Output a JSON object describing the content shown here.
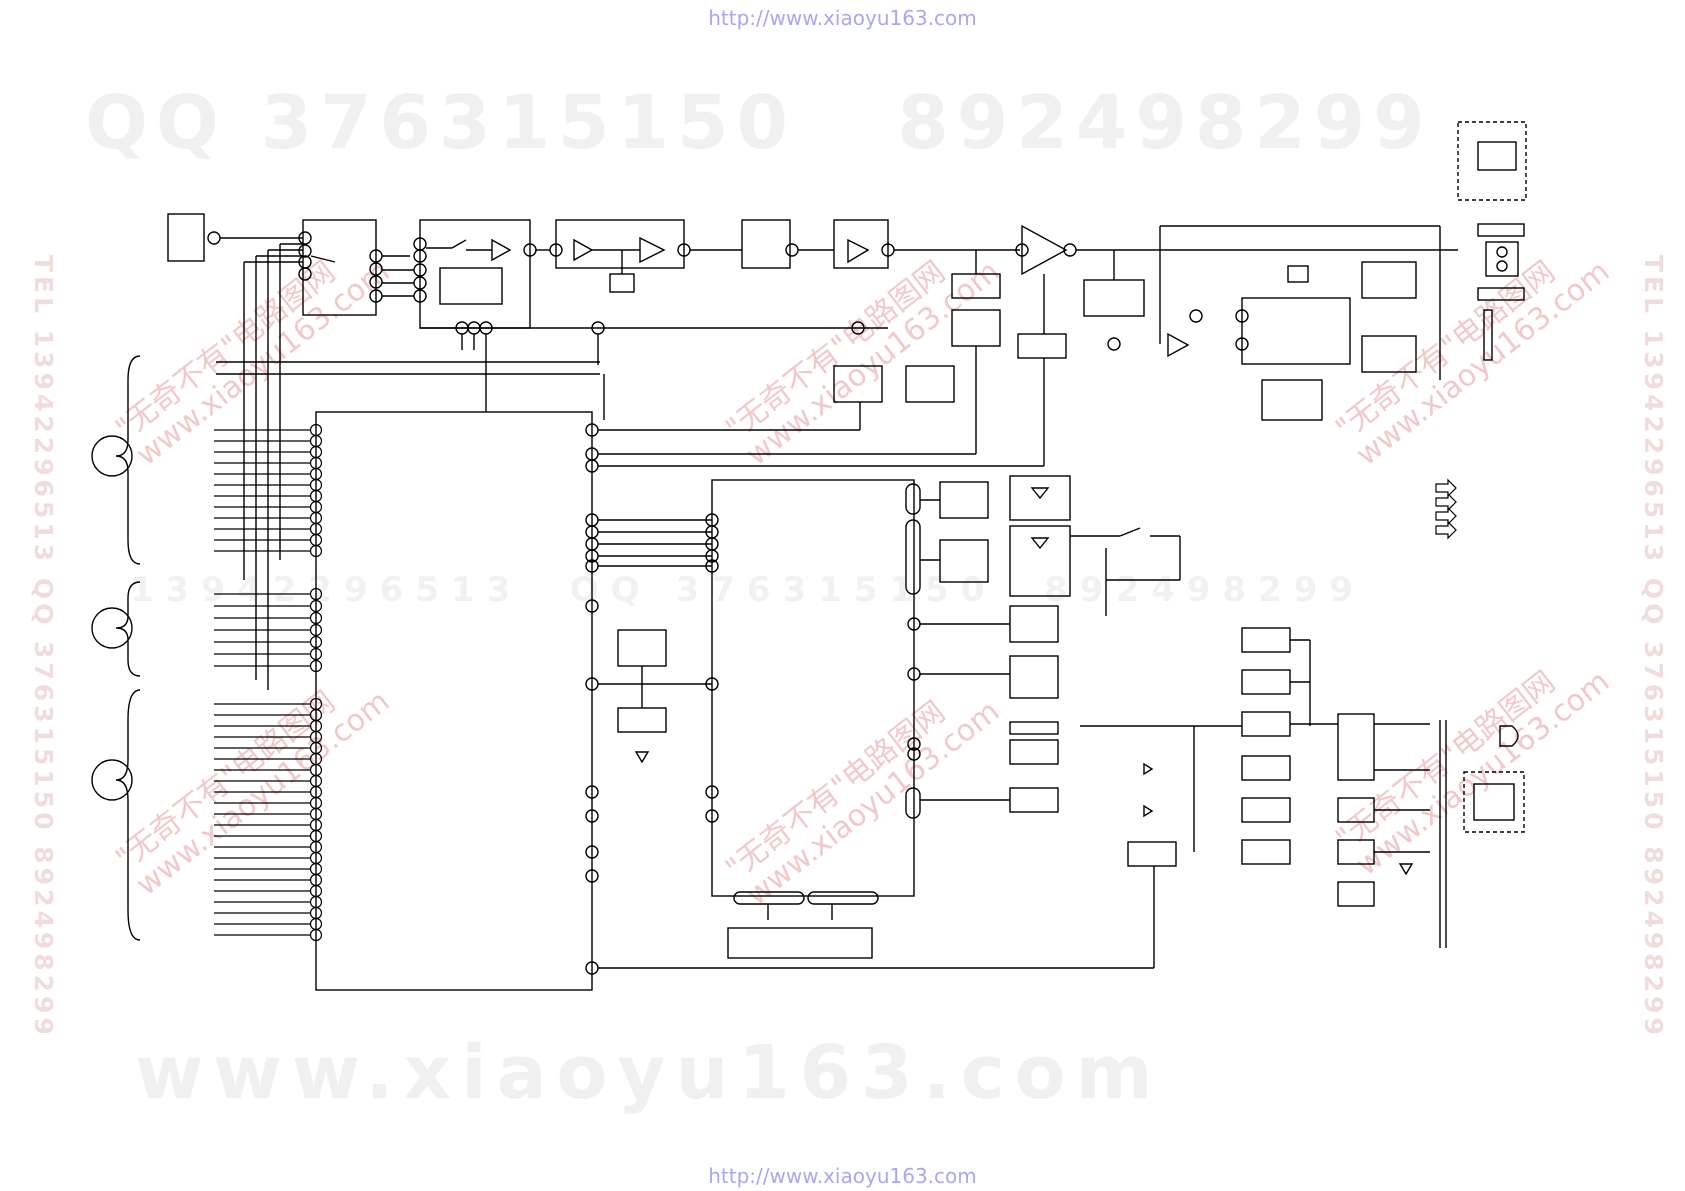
{
  "watermarks": {
    "url": "http://www.xiaoyu163.com",
    "qq_line": "QQ 376315150   892498299",
    "site_big": "www.xiaoyu163.com",
    "tel_side": "TEL 13942296513  QQ 376315150  892498299",
    "red_cn": "\"无奇不有\"电路图网",
    "red_url": "www.xiaoyu163.com",
    "mid_line": "13942296513  QQ 376315150  892498299"
  },
  "colors": {
    "line": "#000000",
    "url_text": "#a9a6f4",
    "red_watermark": "#f2c9c9",
    "grey_watermark": "#f0f0f0"
  }
}
